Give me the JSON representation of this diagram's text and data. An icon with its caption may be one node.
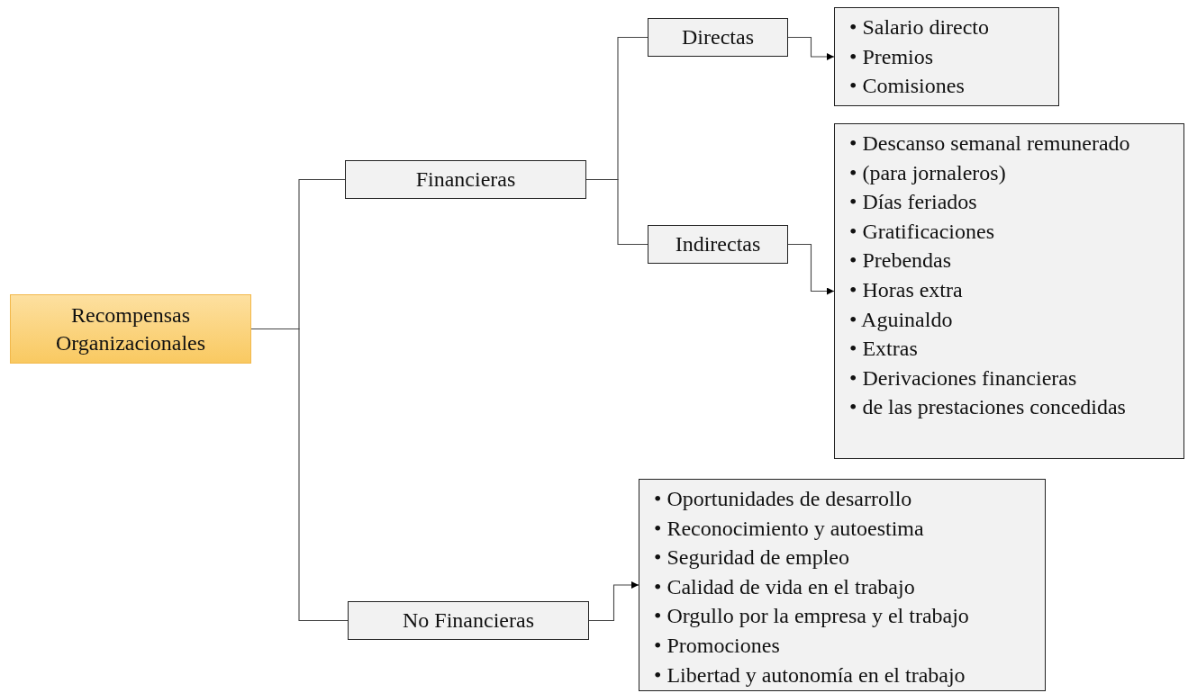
{
  "diagram": {
    "nodes": [
      {
        "text": [
          "Recompensas Organizacionales"
        ]
      },
      {
        "text": [
          "Financieras"
        ]
      },
      {
        "text": [
          "Directas"
        ]
      },
      {
        "text": [
          "• Salario directo",
          "• Premios",
          "• Comisiones"
        ]
      },
      {
        "text": [
          "Indirectas"
        ]
      },
      {
        "text": [
          "• Descanso semanal remunerado",
          "• (para jornaleros)",
          "• Días feriados",
          "• Gratificaciones",
          "• Prebendas",
          "• Horas extra",
          "• Aguinaldo",
          "• Extras",
          "• Derivaciones financieras",
          "• de las prestaciones concedidas"
        ]
      },
      {
        "text": [
          "No Financieras"
        ]
      },
      {
        "text": [
          "• Oportunidades de desarrollo",
          "• Reconocimiento y autoestima",
          "• Seguridad de empleo",
          "• Calidad de vida en el trabajo",
          "• Orgullo por la empresa y el trabajo",
          "• Promociones",
          "• Libertad y autonomía en el trabajo"
        ]
      }
    ],
    "edges": [
      {
        "from": 0,
        "to": 1,
        "arrow": "none"
      },
      {
        "from": 0,
        "to": 6,
        "arrow": "none"
      },
      {
        "from": 1,
        "to": 2,
        "arrow": "none"
      },
      {
        "from": 1,
        "to": 4,
        "arrow": "none"
      },
      {
        "from": 2,
        "to": 3,
        "arrow": "to"
      },
      {
        "from": 4,
        "to": 5,
        "arrow": "to"
      },
      {
        "from": 6,
        "to": 7,
        "arrow": "to"
      }
    ]
  }
}
